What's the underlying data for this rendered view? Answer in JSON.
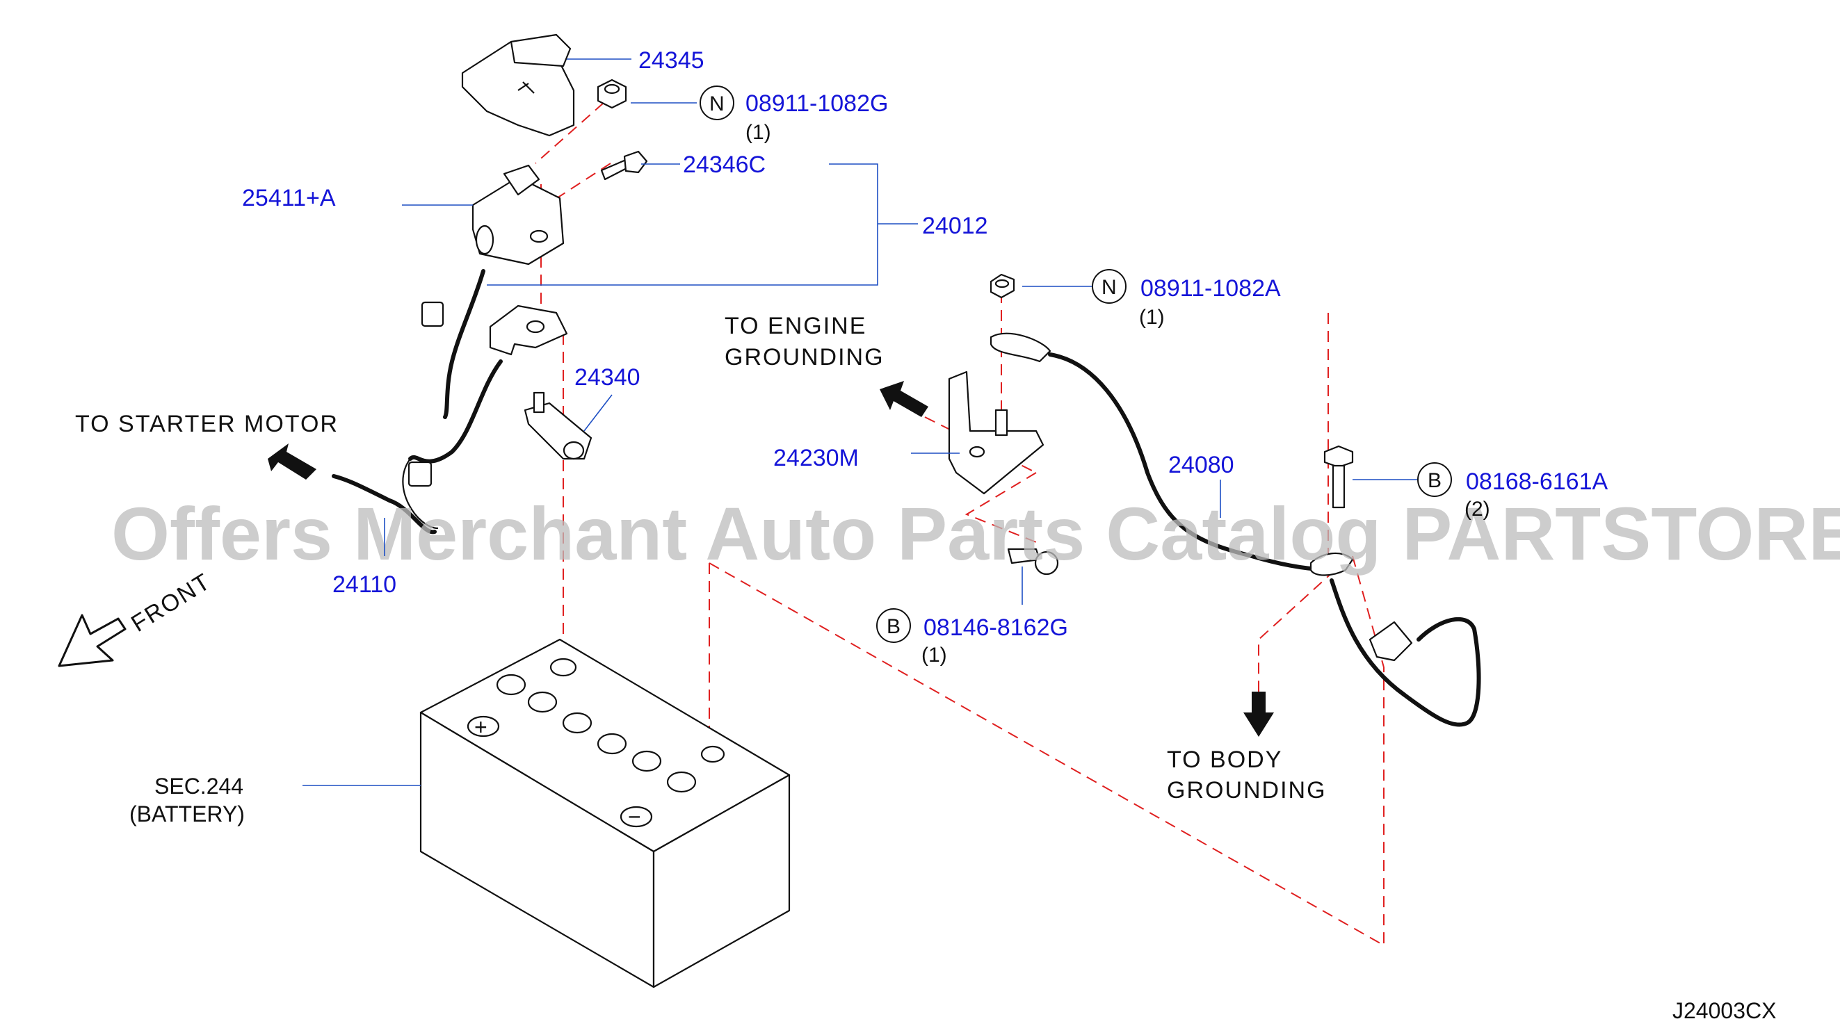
{
  "watermark": "Offers Merchant Auto Parts Catalog PARTSTORE.SA",
  "diagram_code": "J24003CX",
  "front_label": "FRONT",
  "parts": {
    "p24345": "24345",
    "p08911_1082G": "08911-1082G",
    "p08911_1082G_qty": "(1)",
    "p24346C": "24346C",
    "p25411A": "25411+A",
    "p24012": "24012",
    "p24340": "24340",
    "p24110": "24110",
    "p08911_1082A": "08911-1082A",
    "p08911_1082A_qty": "(1)",
    "p24230M": "24230M",
    "p24080": "24080",
    "p08168_6161A": "08168-6161A",
    "p08168_6161A_qty": "(2)",
    "p08146_8162G": "08146-8162G",
    "p08146_8162G_qty": "(1)"
  },
  "badges": {
    "n1": "N",
    "n2": "N",
    "b1": "B",
    "b2": "B"
  },
  "callouts": {
    "starter_motor": "TO  STARTER  MOTOR",
    "engine_line1": "TO  ENGINE",
    "engine_line2": "GROUNDING",
    "body_line1": "TO  BODY",
    "body_line2": "GROUNDING",
    "battery_line1": "SEC.244",
    "battery_line2": "(BATTERY)"
  },
  "battery_symbols": {
    "plus": "+",
    "minus": "−"
  }
}
